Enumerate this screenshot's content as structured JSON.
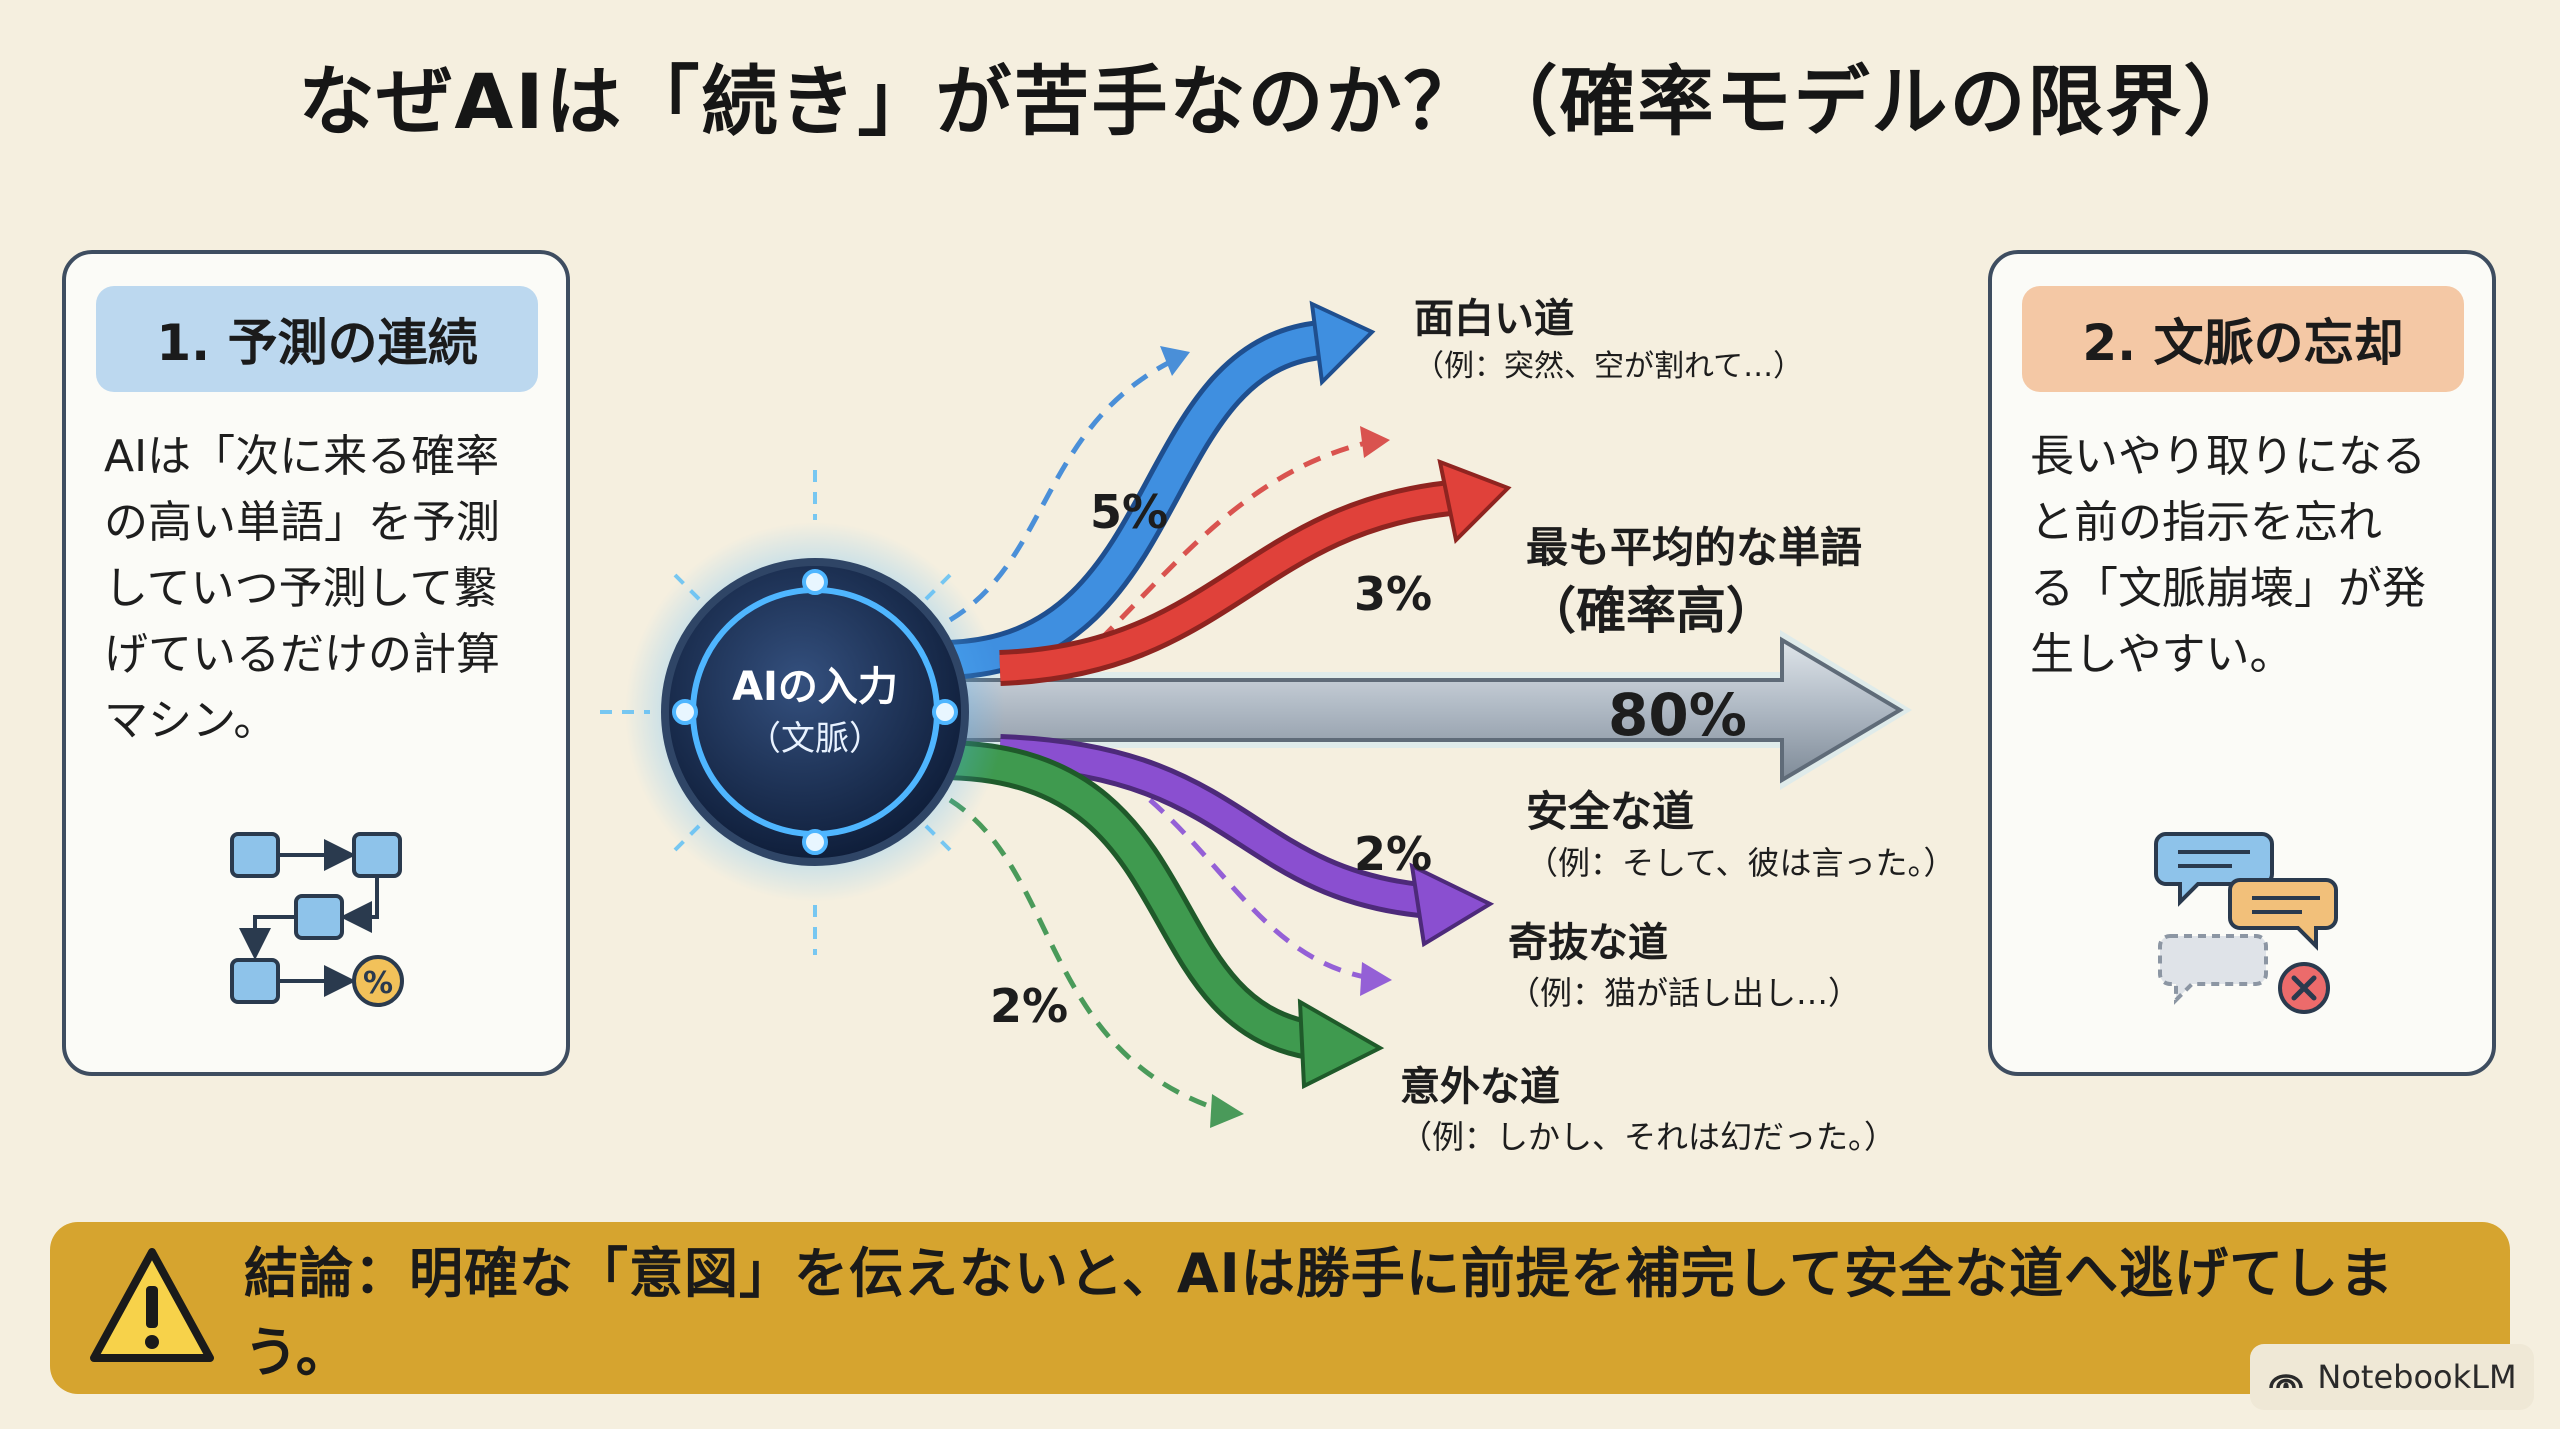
{
  "title": "なぜAIは「続き」が苦手なのか？（確率モデルの限界）",
  "left_panel": {
    "heading": "1. 予測の連続",
    "lines": [
      "AIは「次に来る確率",
      "の高い単語」を予測",
      "していつ予測して繋",
      "げているだけの計算",
      "マシン。"
    ],
    "icon": "flowchart-probability-icon",
    "icon_symbol": "%"
  },
  "right_panel": {
    "heading": "2. 文脈の忘却",
    "lines": [
      "長いやり取りになる",
      "と前の指示を忘れ",
      "る「文脈崩壊」が発",
      "生しやすい。"
    ],
    "icon": "chat-bubbles-error-icon"
  },
  "hub": {
    "line1": "AIの入力",
    "line2": "（文脈）"
  },
  "paths": {
    "interesting": {
      "title": "面白い道",
      "example": "（例：突然、空が割れて…）",
      "pct": "5%"
    },
    "average": {
      "title1": "最も平均的な単語",
      "title2": "（確率高）",
      "pct": "80%"
    },
    "red_pct": "3%",
    "safe": {
      "title": "安全な道",
      "example": "（例：そして、彼は言った。）",
      "pct": "2%"
    },
    "bizarre": {
      "title": "奇抜な道",
      "example": "（例：猫が話し出し…）"
    },
    "unexpected": {
      "title": "意外な道",
      "example": "（例：しかし、それは幻だった。）",
      "pct": "2%"
    }
  },
  "colors": {
    "blue": "#2f7fd6",
    "red": "#e0413a",
    "gray": "#b9c2cc",
    "purple": "#8a4fd0",
    "green": "#3f9a4f",
    "hub": "#1a2f52",
    "banner": "#d6a42f"
  },
  "conclusion": {
    "text": "結論：明確な「意図」を伝えないと、AIは勝手に前提を補完して安全な道へ逃げてしまう。",
    "icon": "warning-triangle-icon"
  },
  "badge": {
    "label": "NotebookLM",
    "icon": "notebooklm-logo-icon"
  }
}
